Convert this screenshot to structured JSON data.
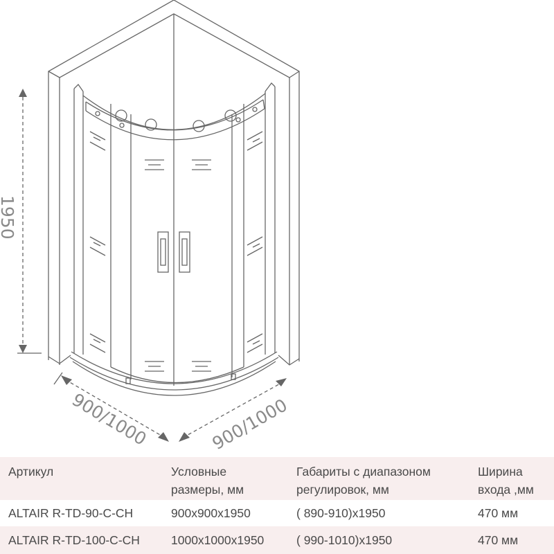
{
  "drawing": {
    "height_label": "1950",
    "left_width_label": "900/1000",
    "right_width_label": "900/1000"
  },
  "table": {
    "headers": [
      "Артикул",
      "Условные размеры, мм",
      "Габариты с диапазоном регулировок, мм",
      "Ширина входа ,мм"
    ],
    "header_lines": [
      [
        "Артикул",
        ""
      ],
      [
        "Условные",
        "размеры, мм"
      ],
      [
        "Габариты с диапазоном",
        "регулировок, мм"
      ],
      [
        "Ширина",
        "входа ,мм"
      ]
    ],
    "rows": [
      [
        "ALTAIR R-TD-90-C-CH",
        "900x900x1950",
        "( 890-910)x1950",
        "470 мм"
      ],
      [
        "ALTAIR R-TD-100-C-CH",
        "1000x1000x1950",
        "( 990-1010)x1950",
        "470 мм"
      ]
    ]
  },
  "colors": {
    "row_tint": "#f8eeee",
    "line": "#666666",
    "text": "#4a4a4a"
  }
}
